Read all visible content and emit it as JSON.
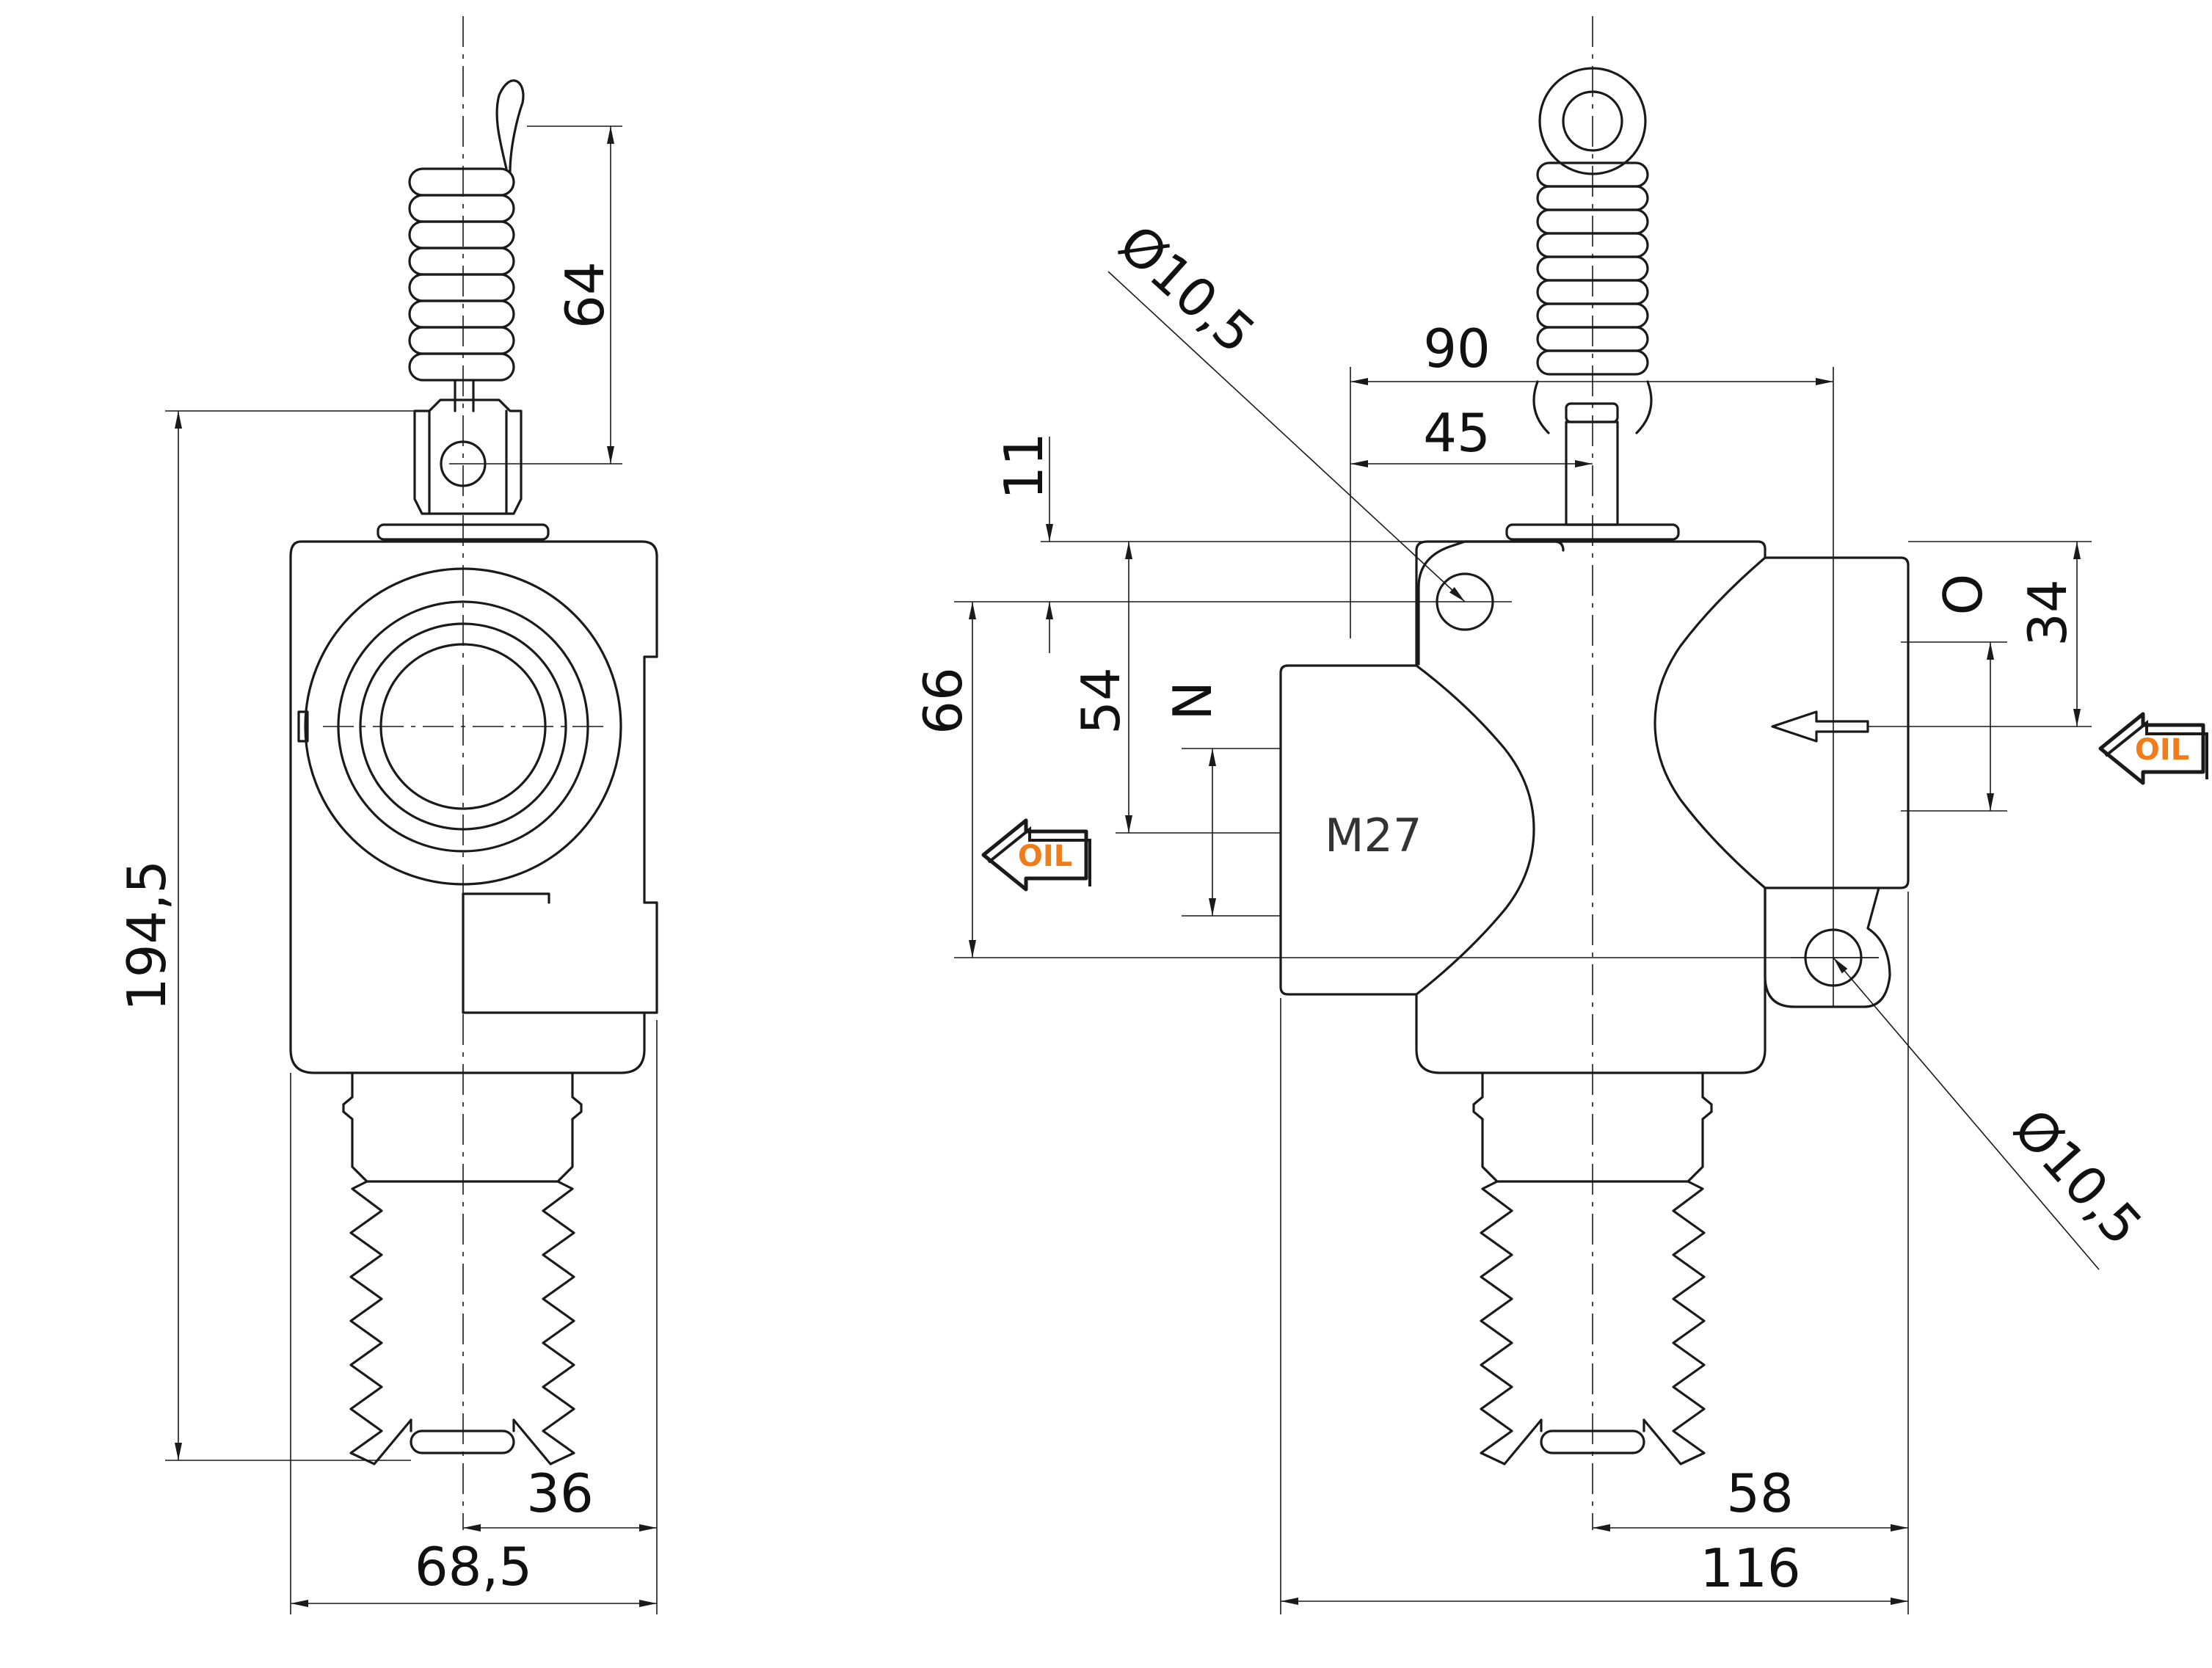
{
  "colors": {
    "line": "#1a1a1a",
    "oil_text": "#f07d1a",
    "background": "#ffffff"
  },
  "dimensions": {
    "side_spring_length": "64",
    "side_total_height": "194,5",
    "side_half_width": "36",
    "side_total_width": "68,5",
    "front_width_90": "90",
    "front_width_45": "45",
    "front_11": "11",
    "front_66": "66",
    "front_54": "54",
    "front_34": "34",
    "front_58": "58",
    "front_116": "116",
    "hole_top": "Ø10,5",
    "hole_bottom": "Ø10,5"
  },
  "labels": {
    "thread": "M27",
    "port_n": "N",
    "port_o": "O",
    "oil_left": "OIL",
    "oil_right": "OIL"
  }
}
